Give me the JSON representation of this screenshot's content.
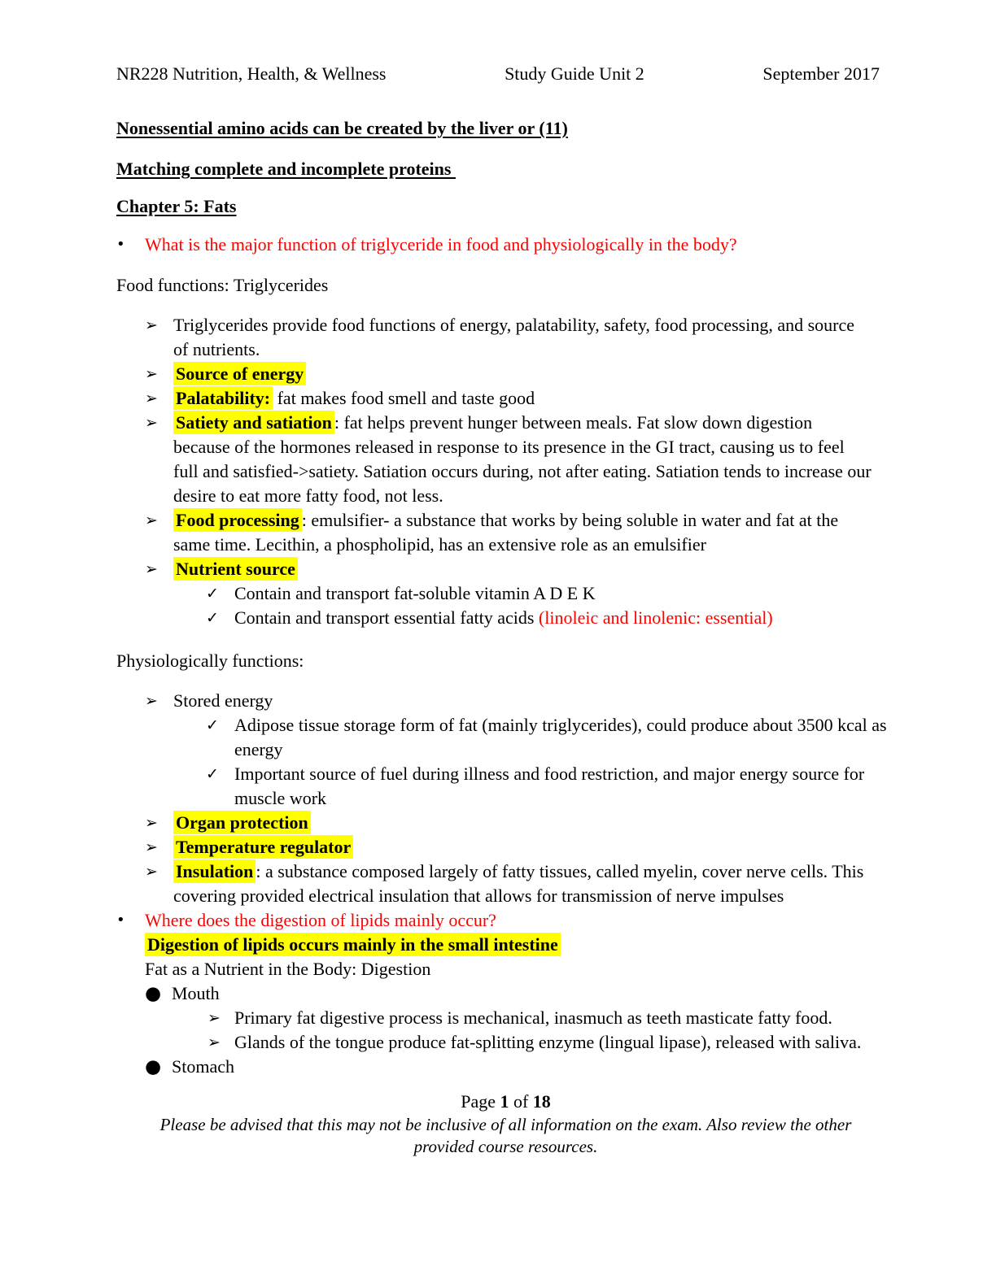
{
  "colors": {
    "highlight": "#ffff00",
    "accent_red": "#ff0000",
    "text": "#000000",
    "background": "#ffffff"
  },
  "icons": {
    "round_bullet": "•",
    "arrow_bullet": "➢",
    "check_bullet": "✓",
    "big_dot_bullet": "●"
  },
  "header": {
    "course": "NR228 Nutrition, Health, & Wellness",
    "title": "Study Guide Unit 2",
    "date": "September 2017"
  },
  "headings": {
    "nonessential": "Nonessential amino acids can be created by the liver or (11)",
    "matching": "Matching complete and incomplete proteins ",
    "chapter": "Chapter 5: Fats"
  },
  "questions": {
    "q1": "What is the major function of triglyceride in food and physiologically in the body?",
    "q2": "Where does the digestion of lipids mainly occur?",
    "q2_answer": "Digestion of lipids occurs mainly in the small intestine"
  },
  "food_functions": {
    "title": "Food functions: Triglycerides",
    "intro": "Triglycerides provide food functions of energy, palatability, safety, food processing, and source of nutrients.",
    "source_of_energy": "Source of energy",
    "palatability_term": "Palatability:",
    "palatability_text": " fat makes food smell and taste good",
    "satiety_term": "Satiety and satiation",
    "satiety_text": ": fat helps prevent hunger between meals. Fat slow down digestion because of the hormones released in response to its presence in the GI tract, causing us to feel full and satisfied->satiety. Satiation occurs during, not after eating. Satiation tends to increase our desire to eat more fatty food, not less.",
    "processing_term": "Food processing",
    "processing_text": ": emulsifier- a substance that works by being soluble in water and fat at the same time. Lecithin, a phospholipid, has an extensive role as an emulsifier",
    "nutrient_source": "Nutrient source",
    "check_vitamins": "Contain and transport fat-soluble vitamin A D E K",
    "check_efa_text": "Contain and transport essential fatty acids ",
    "check_efa_red": "(linoleic and linolenic: essential)"
  },
  "physiological_functions": {
    "title": "Physiologically functions:",
    "stored_energy": "Stored energy",
    "check_adipose": "Adipose tissue storage form of fat (mainly triglycerides), could produce about 3500 kcal as energy",
    "check_fuel": "Important source of fuel during illness and food restriction, and major energy source for muscle work",
    "organ_protection": "Organ protection",
    "temperature_regulator": "Temperature regulator",
    "insulation_term": "Insulation",
    "insulation_text": ": a substance composed largely of fatty tissues, called myelin, cover nerve cells. This covering provided electrical insulation that allows for transmission of nerve impulses"
  },
  "digestion": {
    "title": "Fat as a Nutrient in the Body: Digestion",
    "mouth": "Mouth",
    "mouth_point1": "Primary fat digestive process is mechanical, inasmuch as teeth masticate fatty food.",
    "mouth_point2": "Glands of the tongue produce fat-splitting enzyme (lingual lipase), released with saliva.",
    "stomach": "Stomach"
  },
  "footer": {
    "page_word": "Page",
    "page_number": "1",
    "of_word": "of",
    "total_pages": "18",
    "disclaimer": "Please be advised that this may not be inclusive of all information on the exam. Also review the other provided course resources."
  }
}
